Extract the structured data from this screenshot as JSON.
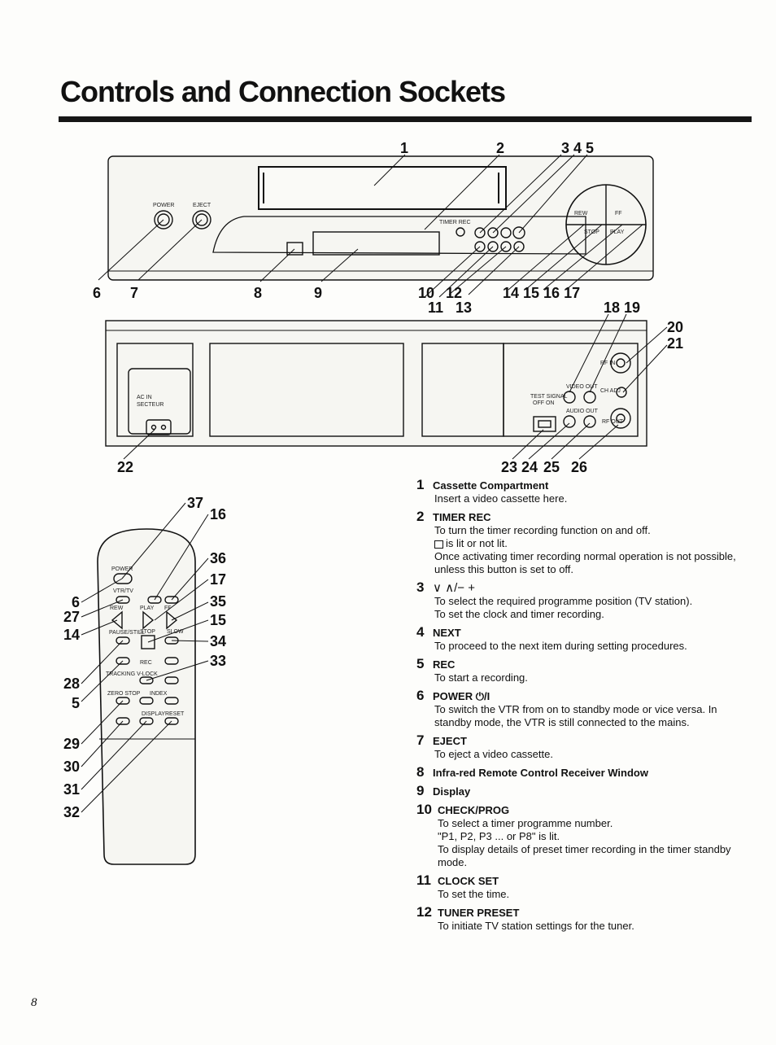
{
  "page": {
    "title": "Controls and Connection Sockets",
    "page_number": "8"
  },
  "front_callouts": {
    "top": [
      "1",
      "2",
      "3 4 5"
    ],
    "bottom_left": [
      "6",
      "7",
      "8",
      "9"
    ],
    "bottom_mid": [
      "10",
      "12",
      "14 15 16 17",
      "11",
      "13"
    ]
  },
  "rear_callouts": {
    "top": [
      "18 19",
      "20",
      "21"
    ],
    "bottom": [
      "22",
      "23 24",
      "25",
      "26"
    ]
  },
  "remote_callouts": {
    "right": [
      "37",
      "16",
      "36",
      "17",
      "35",
      "15",
      "34",
      "33"
    ],
    "left": [
      "6",
      "27",
      "14",
      "28",
      "5",
      "29",
      "30",
      "31",
      "32"
    ]
  },
  "front_panel_labels": {
    "power": "POWER",
    "eject": "EJECT",
    "timer": "TIMER REC",
    "rew": "REW",
    "ff": "FF",
    "stop": "STOP",
    "play": "PLAY"
  },
  "rear_panel_labels": {
    "ac": "AC IN",
    "secteur": "SECTEUR",
    "rf_in": "RF IN",
    "video_out": "VIDEO OUT",
    "test_signal": "TEST SIGNAL",
    "off_on": "OFF ON",
    "audio_out": "AUDIO OUT",
    "rf_out": "RF OUT",
    "ch_adj": "CH ADJ"
  },
  "remote_labels": {
    "power": "POWER",
    "vtr_tv": "VTR/TV",
    "rew": "REW",
    "play": "PLAY",
    "ff": "FF",
    "pause": "PAUSE/STILL",
    "stop": "STOP",
    "slow": "SLOW",
    "rec": "REC",
    "tracking": "TRACKING V-LOCK",
    "zero_stop": "ZERO STOP",
    "index": "INDEX",
    "display": "DISPLAY",
    "reset": "RESET"
  },
  "items": [
    {
      "num": "1",
      "title": "Cassette Compartment",
      "lines": [
        "Insert a video cassette here."
      ]
    },
    {
      "num": "2",
      "title": "TIMER REC",
      "lines": [
        "To turn the timer recording function on and off."
      ],
      "icon_line": "is lit or not lit.",
      "more": [
        "Once activating timer recording normal operation is not possible, unless this button is set to off."
      ]
    },
    {
      "num": "3",
      "title": "∨ ∧/− +",
      "lines": [
        "To select the required programme position (TV station).",
        "To set the clock and timer recording."
      ]
    },
    {
      "num": "4",
      "title": "NEXT",
      "lines": [
        "To proceed to the next item during setting procedures."
      ]
    },
    {
      "num": "5",
      "title": "REC",
      "lines": [
        "To start a recording."
      ]
    },
    {
      "num": "6",
      "title": "POWER ⏻/I",
      "lines": [
        "To switch the VTR from on to standby mode or vice versa. In standby mode, the VTR is still connected to the mains."
      ]
    },
    {
      "num": "7",
      "title": "EJECT",
      "lines": [
        "To eject a video cassette."
      ]
    },
    {
      "num": "8",
      "title": "Infra-red Remote Control Receiver Window",
      "lines": []
    },
    {
      "num": "9",
      "title": "Display",
      "lines": []
    },
    {
      "num": "10",
      "title": "CHECK/PROG",
      "lines": [
        "To select a timer programme number.",
        "\"P1, P2, P3 ... or P8\" is lit.",
        "To display details of preset timer recording in the timer standby mode."
      ]
    },
    {
      "num": "11",
      "title": "CLOCK SET",
      "lines": [
        "To set the time."
      ]
    },
    {
      "num": "12",
      "title": "TUNER PRESET",
      "lines": [
        "To initiate TV station settings for the tuner."
      ]
    }
  ]
}
